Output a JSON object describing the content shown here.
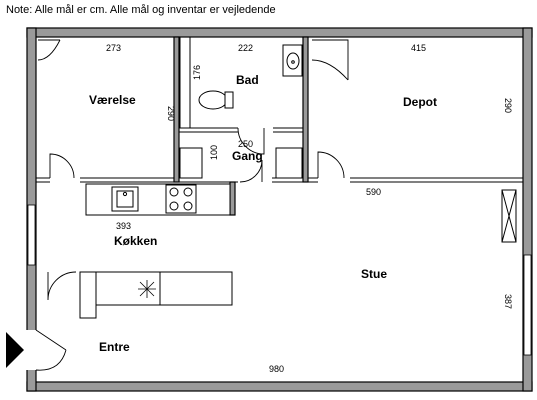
{
  "note": "Note: Alle mål er cm. Alle mål og inventar er vejledende",
  "rooms": {
    "vaerelse": "Værelse",
    "bad": "Bad",
    "depot": "Depot",
    "gang": "Gang",
    "koekken": "Køkken",
    "stue": "Stue",
    "entre": "Entre"
  },
  "dimensions": {
    "vaerelse_width": "273",
    "vaerelse_depth": "290",
    "bad_width": "222",
    "bad_depth": "176",
    "depot_width": "415",
    "depot_depth": "290",
    "gang_width": "250",
    "gang_depth": "100",
    "koekken_width": "393",
    "stue_width": "590",
    "stue_depth": "387",
    "total_width": "980"
  }
}
